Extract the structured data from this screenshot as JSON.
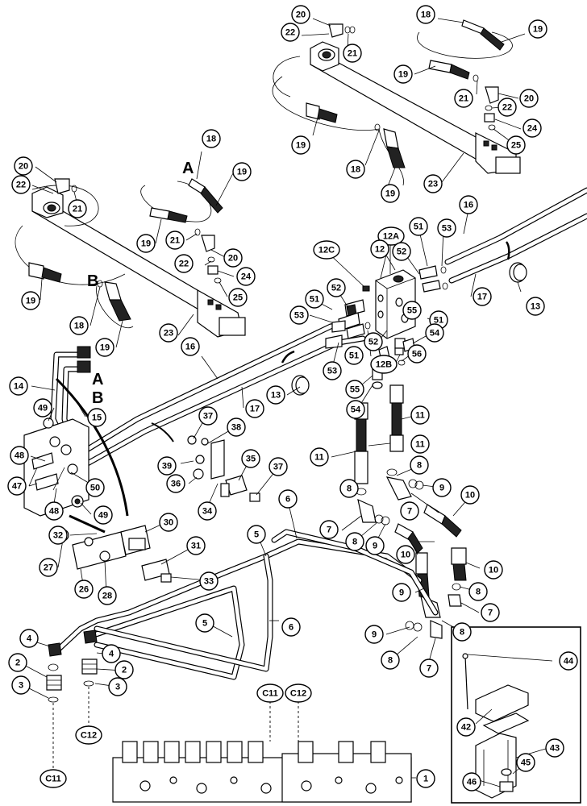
{
  "view_letters": {
    "a_upper": "A",
    "b_left": "B",
    "a_tube": "A",
    "b_tube": "B"
  },
  "callouts": [
    {
      "id": "c20a",
      "label": "20"
    },
    {
      "id": "c22a",
      "label": "22"
    },
    {
      "id": "c21a",
      "label": "21"
    },
    {
      "id": "c18a",
      "label": "18"
    },
    {
      "id": "c19a",
      "label": "19"
    },
    {
      "id": "c19b",
      "label": "19"
    },
    {
      "id": "c21b",
      "label": "21"
    },
    {
      "id": "c20b",
      "label": "20"
    },
    {
      "id": "c22b",
      "label": "22"
    },
    {
      "id": "c24a",
      "label": "24"
    },
    {
      "id": "c25a",
      "label": "25"
    },
    {
      "id": "c19c",
      "label": "19"
    },
    {
      "id": "c18b",
      "label": "18"
    },
    {
      "id": "c19d",
      "label": "19"
    },
    {
      "id": "c23a",
      "label": "23"
    },
    {
      "id": "c20c",
      "label": "20"
    },
    {
      "id": "c22c",
      "label": "22"
    },
    {
      "id": "c21c",
      "label": "21"
    },
    {
      "id": "c18c",
      "label": "18"
    },
    {
      "id": "c19e",
      "label": "19"
    },
    {
      "id": "c19f",
      "label": "19"
    },
    {
      "id": "c21d",
      "label": "21"
    },
    {
      "id": "c20d",
      "label": "20"
    },
    {
      "id": "c22d",
      "label": "22"
    },
    {
      "id": "c24b",
      "label": "24"
    },
    {
      "id": "c25b",
      "label": "25"
    },
    {
      "id": "c19g",
      "label": "19"
    },
    {
      "id": "c18d",
      "label": "18"
    },
    {
      "id": "c19h",
      "label": "19"
    },
    {
      "id": "c23b",
      "label": "23"
    },
    {
      "id": "c16a",
      "label": "16"
    },
    {
      "id": "c17a",
      "label": "17"
    },
    {
      "id": "c13a",
      "label": "13"
    },
    {
      "id": "c12a",
      "label": "12A"
    },
    {
      "id": "c12",
      "label": "12"
    },
    {
      "id": "c12c",
      "label": "12C"
    },
    {
      "id": "c51a",
      "label": "51"
    },
    {
      "id": "c53a",
      "label": "53"
    },
    {
      "id": "c52a",
      "label": "52"
    },
    {
      "id": "c52b",
      "label": "52"
    },
    {
      "id": "c51b",
      "label": "51"
    },
    {
      "id": "c53b",
      "label": "53"
    },
    {
      "id": "c55a",
      "label": "55"
    },
    {
      "id": "c51c",
      "label": "51"
    },
    {
      "id": "c54a",
      "label": "54"
    },
    {
      "id": "c52c",
      "label": "52"
    },
    {
      "id": "c51d",
      "label": "51"
    },
    {
      "id": "c12b",
      "label": "12B"
    },
    {
      "id": "c56",
      "label": "56"
    },
    {
      "id": "c53c",
      "label": "53"
    },
    {
      "id": "c55b",
      "label": "55"
    },
    {
      "id": "c54b",
      "label": "54"
    },
    {
      "id": "c13b",
      "label": "13"
    },
    {
      "id": "c16b",
      "label": "16"
    },
    {
      "id": "c17b",
      "label": "17"
    },
    {
      "id": "c14",
      "label": "14"
    },
    {
      "id": "c15",
      "label": "15"
    },
    {
      "id": "c49a",
      "label": "49"
    },
    {
      "id": "c48a",
      "label": "48"
    },
    {
      "id": "c47",
      "label": "47"
    },
    {
      "id": "c50",
      "label": "50"
    },
    {
      "id": "c48b",
      "label": "48"
    },
    {
      "id": "c49b",
      "label": "49"
    },
    {
      "id": "c37a",
      "label": "37"
    },
    {
      "id": "c38",
      "label": "38"
    },
    {
      "id": "c39",
      "label": "39"
    },
    {
      "id": "c35",
      "label": "35"
    },
    {
      "id": "c36",
      "label": "36"
    },
    {
      "id": "c37b",
      "label": "37"
    },
    {
      "id": "c34",
      "label": "34"
    },
    {
      "id": "c11a",
      "label": "11"
    },
    {
      "id": "c11b",
      "label": "11"
    },
    {
      "id": "c11c",
      "label": "11"
    },
    {
      "id": "c8a",
      "label": "8"
    },
    {
      "id": "c8b",
      "label": "8"
    },
    {
      "id": "c9a",
      "label": "9"
    },
    {
      "id": "c7a",
      "label": "7"
    },
    {
      "id": "c10a",
      "label": "10"
    },
    {
      "id": "c7b",
      "label": "7"
    },
    {
      "id": "c8c",
      "label": "8"
    },
    {
      "id": "c9b",
      "label": "9"
    },
    {
      "id": "c10b",
      "label": "10"
    },
    {
      "id": "c10c",
      "label": "10"
    },
    {
      "id": "c8d",
      "label": "8"
    },
    {
      "id": "c7c",
      "label": "7"
    },
    {
      "id": "c9c",
      "label": "9"
    },
    {
      "id": "c8e",
      "label": "8"
    },
    {
      "id": "c9d",
      "label": "9"
    },
    {
      "id": "c8f",
      "label": "8"
    },
    {
      "id": "c7d",
      "label": "7"
    },
    {
      "id": "c6a",
      "label": "6"
    },
    {
      "id": "c5a",
      "label": "5"
    },
    {
      "id": "c5b",
      "label": "5"
    },
    {
      "id": "c6b",
      "label": "6"
    },
    {
      "id": "c32",
      "label": "32"
    },
    {
      "id": "c30",
      "label": "30"
    },
    {
      "id": "c27",
      "label": "27"
    },
    {
      "id": "c31",
      "label": "31"
    },
    {
      "id": "c26",
      "label": "26"
    },
    {
      "id": "c28",
      "label": "28"
    },
    {
      "id": "c33",
      "label": "33"
    },
    {
      "id": "c4a",
      "label": "4"
    },
    {
      "id": "c2a",
      "label": "2"
    },
    {
      "id": "c3a",
      "label": "3"
    },
    {
      "id": "c4b",
      "label": "4"
    },
    {
      "id": "c2b",
      "label": "2"
    },
    {
      "id": "c3b",
      "label": "3"
    },
    {
      "id": "c11d",
      "label": "C11"
    },
    {
      "id": "c12d",
      "label": "C12"
    },
    {
      "id": "c12e",
      "label": "C12"
    },
    {
      "id": "c11e",
      "label": "C11"
    },
    {
      "id": "c1",
      "label": "1"
    },
    {
      "id": "c44",
      "label": "44"
    },
    {
      "id": "c42",
      "label": "42"
    },
    {
      "id": "c43",
      "label": "43"
    },
    {
      "id": "c45",
      "label": "45"
    },
    {
      "id": "c46",
      "label": "46"
    }
  ]
}
